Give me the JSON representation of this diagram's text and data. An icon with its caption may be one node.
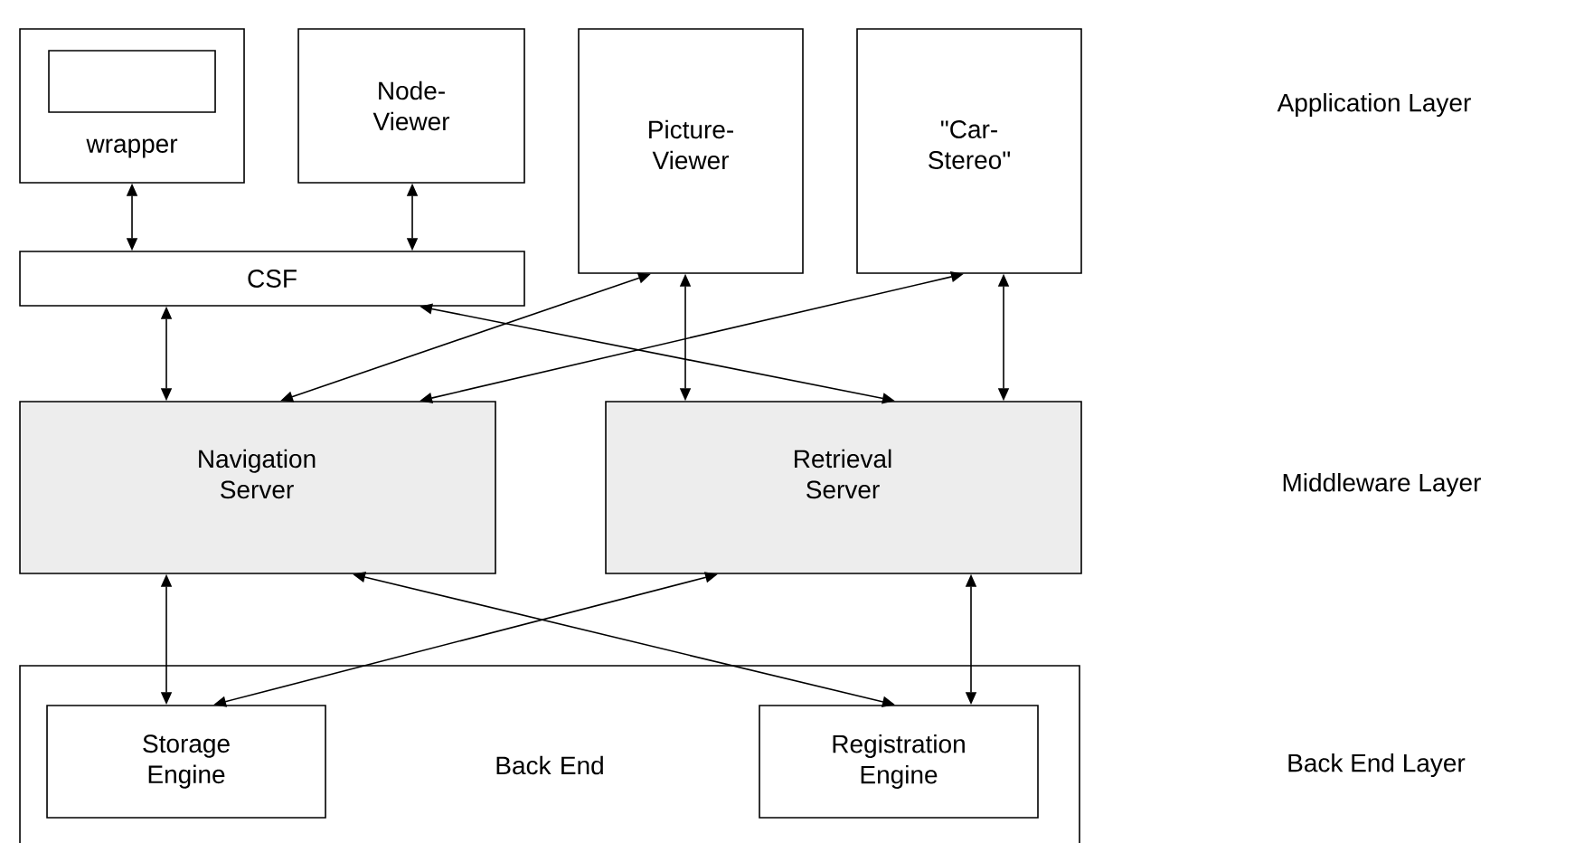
{
  "diagram": {
    "nodes": [
      {
        "text": [
          "wrapper"
        ]
      },
      {
        "text": [],
        "shape": "box",
        "in": 0
      },
      {
        "text": [
          "Node-Viewer"
        ]
      },
      {
        "text": [
          "Picture-Viewer"
        ]
      },
      {
        "text": [
          "\"Car-Stereo\""
        ]
      },
      {
        "text": [
          "CSF"
        ]
      },
      {
        "text": [
          "Navigation Server"
        ]
      },
      {
        "text": [
          "Retrieval Server"
        ]
      },
      {
        "text": [
          "Back End"
        ]
      },
      {
        "text": [
          "Storage Engine"
        ],
        "in": 8
      },
      {
        "text": [
          "Registration Engine"
        ],
        "in": 8
      }
    ],
    "edges": [
      {
        "from": 0,
        "to": 5,
        "arrow": "both"
      },
      {
        "from": 2,
        "to": 5,
        "arrow": "both"
      },
      {
        "from": 5,
        "to": 6,
        "arrow": "both"
      },
      {
        "from": 5,
        "to": 7,
        "arrow": "both"
      },
      {
        "from": 6,
        "to": 3,
        "arrow": "both"
      },
      {
        "from": 6,
        "to": 4,
        "arrow": "both"
      },
      {
        "from": 3,
        "to": 7,
        "arrow": "both"
      },
      {
        "from": 4,
        "to": 7,
        "arrow": "both"
      },
      {
        "from": 6,
        "to": 9,
        "arrow": "both"
      },
      {
        "from": 6,
        "to": 10,
        "arrow": "both"
      },
      {
        "from": 7,
        "to": 9,
        "arrow": "both"
      },
      {
        "from": 7,
        "to": 10,
        "arrow": "both"
      }
    ],
    "labels": [
      "Application Layer",
      "Middleware Layer",
      "Back End Layer"
    ]
  }
}
